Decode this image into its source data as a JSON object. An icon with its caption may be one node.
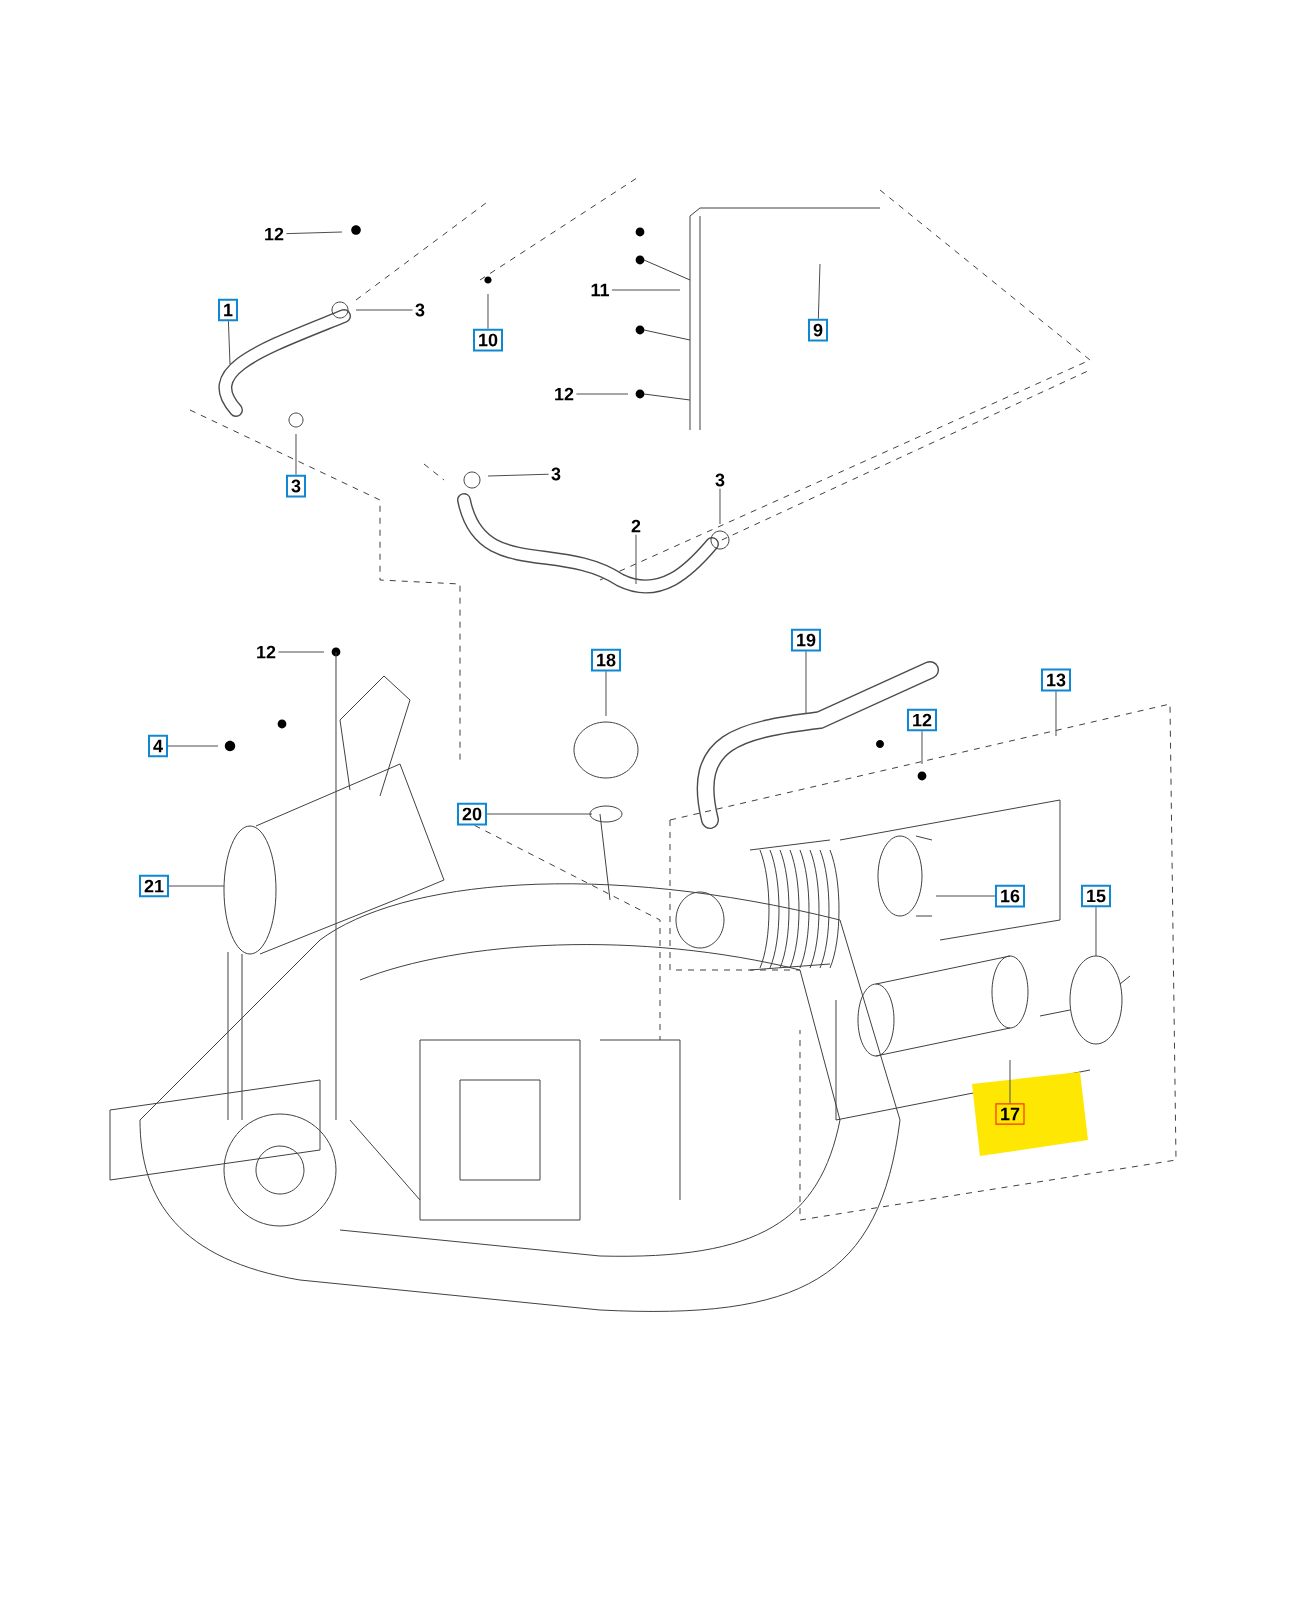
{
  "diagram": {
    "nodes": [
      {
        "text": [
          "12"
        ]
      },
      {
        "text": [
          "3"
        ]
      },
      {
        "text": [
          "1"
        ]
      },
      {
        "text": [
          "10"
        ]
      },
      {
        "text": [
          "11"
        ]
      },
      {
        "text": [
          "9"
        ]
      },
      {
        "text": [
          "12"
        ]
      },
      {
        "text": [
          "3"
        ]
      },
      {
        "text": [
          "3"
        ]
      },
      {
        "text": [
          "3"
        ]
      },
      {
        "text": [
          "2"
        ]
      },
      {
        "text": [
          "12"
        ]
      },
      {
        "text": [
          "18"
        ]
      },
      {
        "text": [
          "19"
        ]
      },
      {
        "text": [
          "13"
        ]
      },
      {
        "text": [
          "12"
        ]
      },
      {
        "text": [
          "4"
        ]
      },
      {
        "text": [
          "20"
        ]
      },
      {
        "text": [
          "21"
        ]
      },
      {
        "text": [
          "16"
        ]
      },
      {
        "text": [
          "15"
        ]
      },
      {
        "text": [
          "17"
        ]
      }
    ],
    "edges": [
      {
        "from": 0,
        "to": null,
        "arrow": "none"
      },
      {
        "from": 1,
        "to": null,
        "arrow": "none"
      },
      {
        "from": 2,
        "to": null,
        "arrow": "none"
      },
      {
        "from": 3,
        "to": null,
        "arrow": "none"
      },
      {
        "from": 4,
        "to": null,
        "arrow": "none"
      },
      {
        "from": 5,
        "to": null,
        "arrow": "none"
      },
      {
        "from": 6,
        "to": null,
        "arrow": "none"
      },
      {
        "from": 7,
        "to": null,
        "arrow": "none"
      },
      {
        "from": 8,
        "to": null,
        "arrow": "none"
      },
      {
        "from": 9,
        "to": null,
        "arrow": "none"
      },
      {
        "from": 10,
        "to": null,
        "arrow": "none"
      },
      {
        "from": 11,
        "to": null,
        "arrow": "none"
      },
      {
        "from": 12,
        "to": null,
        "arrow": "none"
      },
      {
        "from": 13,
        "to": null,
        "arrow": "none"
      },
      {
        "from": 14,
        "to": null,
        "arrow": "none"
      },
      {
        "from": 15,
        "to": null,
        "arrow": "none"
      },
      {
        "from": 16,
        "to": null,
        "arrow": "none"
      },
      {
        "from": 17,
        "to": null,
        "arrow": "none"
      },
      {
        "from": 18,
        "to": null,
        "arrow": "none"
      },
      {
        "from": 19,
        "to": null,
        "arrow": "none"
      },
      {
        "from": 20,
        "to": null,
        "arrow": "none"
      },
      {
        "from": 21,
        "to": null,
        "arrow": "none"
      }
    ]
  }
}
